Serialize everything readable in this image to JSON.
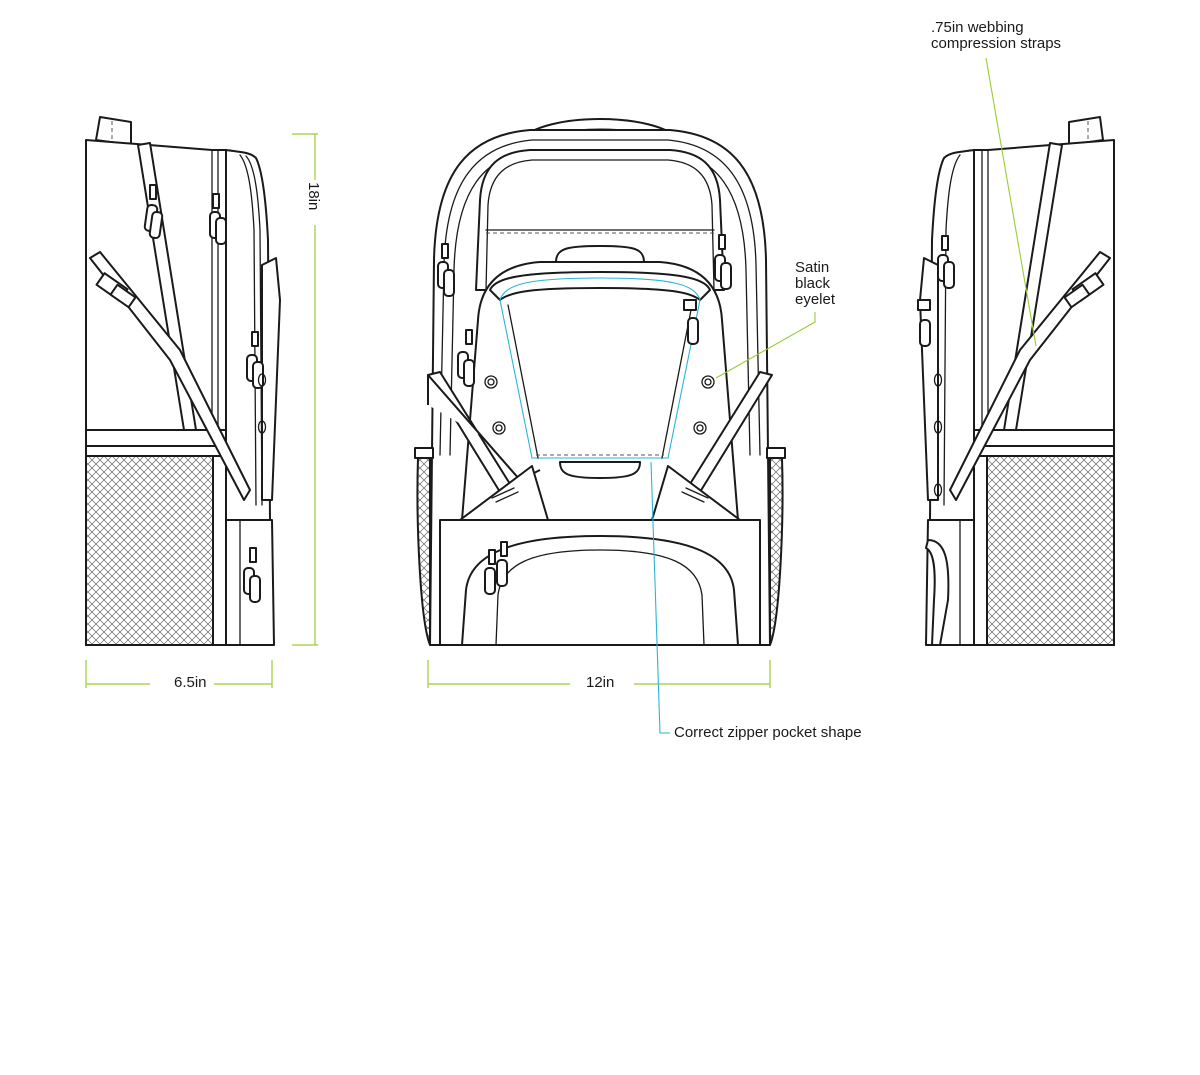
{
  "annotations": {
    "webbing_line1": ".75in webbing",
    "webbing_line2": "compression straps",
    "eyelet_line1": "Satin",
    "eyelet_line2": "black",
    "eyelet_line3": "eyelet",
    "zipper_pocket": "Correct zipper pocket shape"
  },
  "dimensions": {
    "height": "18in",
    "depth": "6.5in",
    "width": "12in"
  },
  "colors": {
    "dimension_lines": "#9acd32",
    "callout_leader": "#9acd32",
    "zipper_outline": "#2ab5d6",
    "line_art": "#1a1a1a"
  }
}
